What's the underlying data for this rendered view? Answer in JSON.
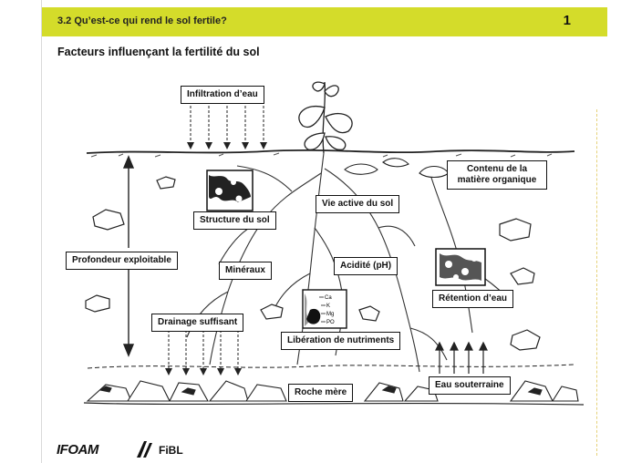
{
  "header": {
    "section": "3.2 Qu’est-ce qui rend le sol fertile?",
    "page_number": "1",
    "color": "#d4dc2a"
  },
  "subtitle": "Facteurs influençant la fertilité du sol",
  "labels": {
    "infiltration": "Infiltration d’eau",
    "matiere_organique_1": "Contenu de la",
    "matiere_organique_2": "matière organique",
    "structure": "Structure du sol",
    "vie_active": "Vie active du sol",
    "profondeur": "Profondeur exploitable",
    "mineraux": "Minéraux",
    "acidite": "Acidité (pH)",
    "retention": "Rétention d’eau",
    "drainage": "Drainage suffisant",
    "liberation": "Libération de nutriments",
    "eau_souterraine": "Eau souterraine",
    "roche_mere": "Roche mère"
  },
  "nutrient_box": {
    "ca": "Ca",
    "k": "K",
    "mg": "Mg",
    "po": "PO"
  },
  "logos": {
    "ifoam": "IFOAM",
    "fibl": "FiBL"
  }
}
